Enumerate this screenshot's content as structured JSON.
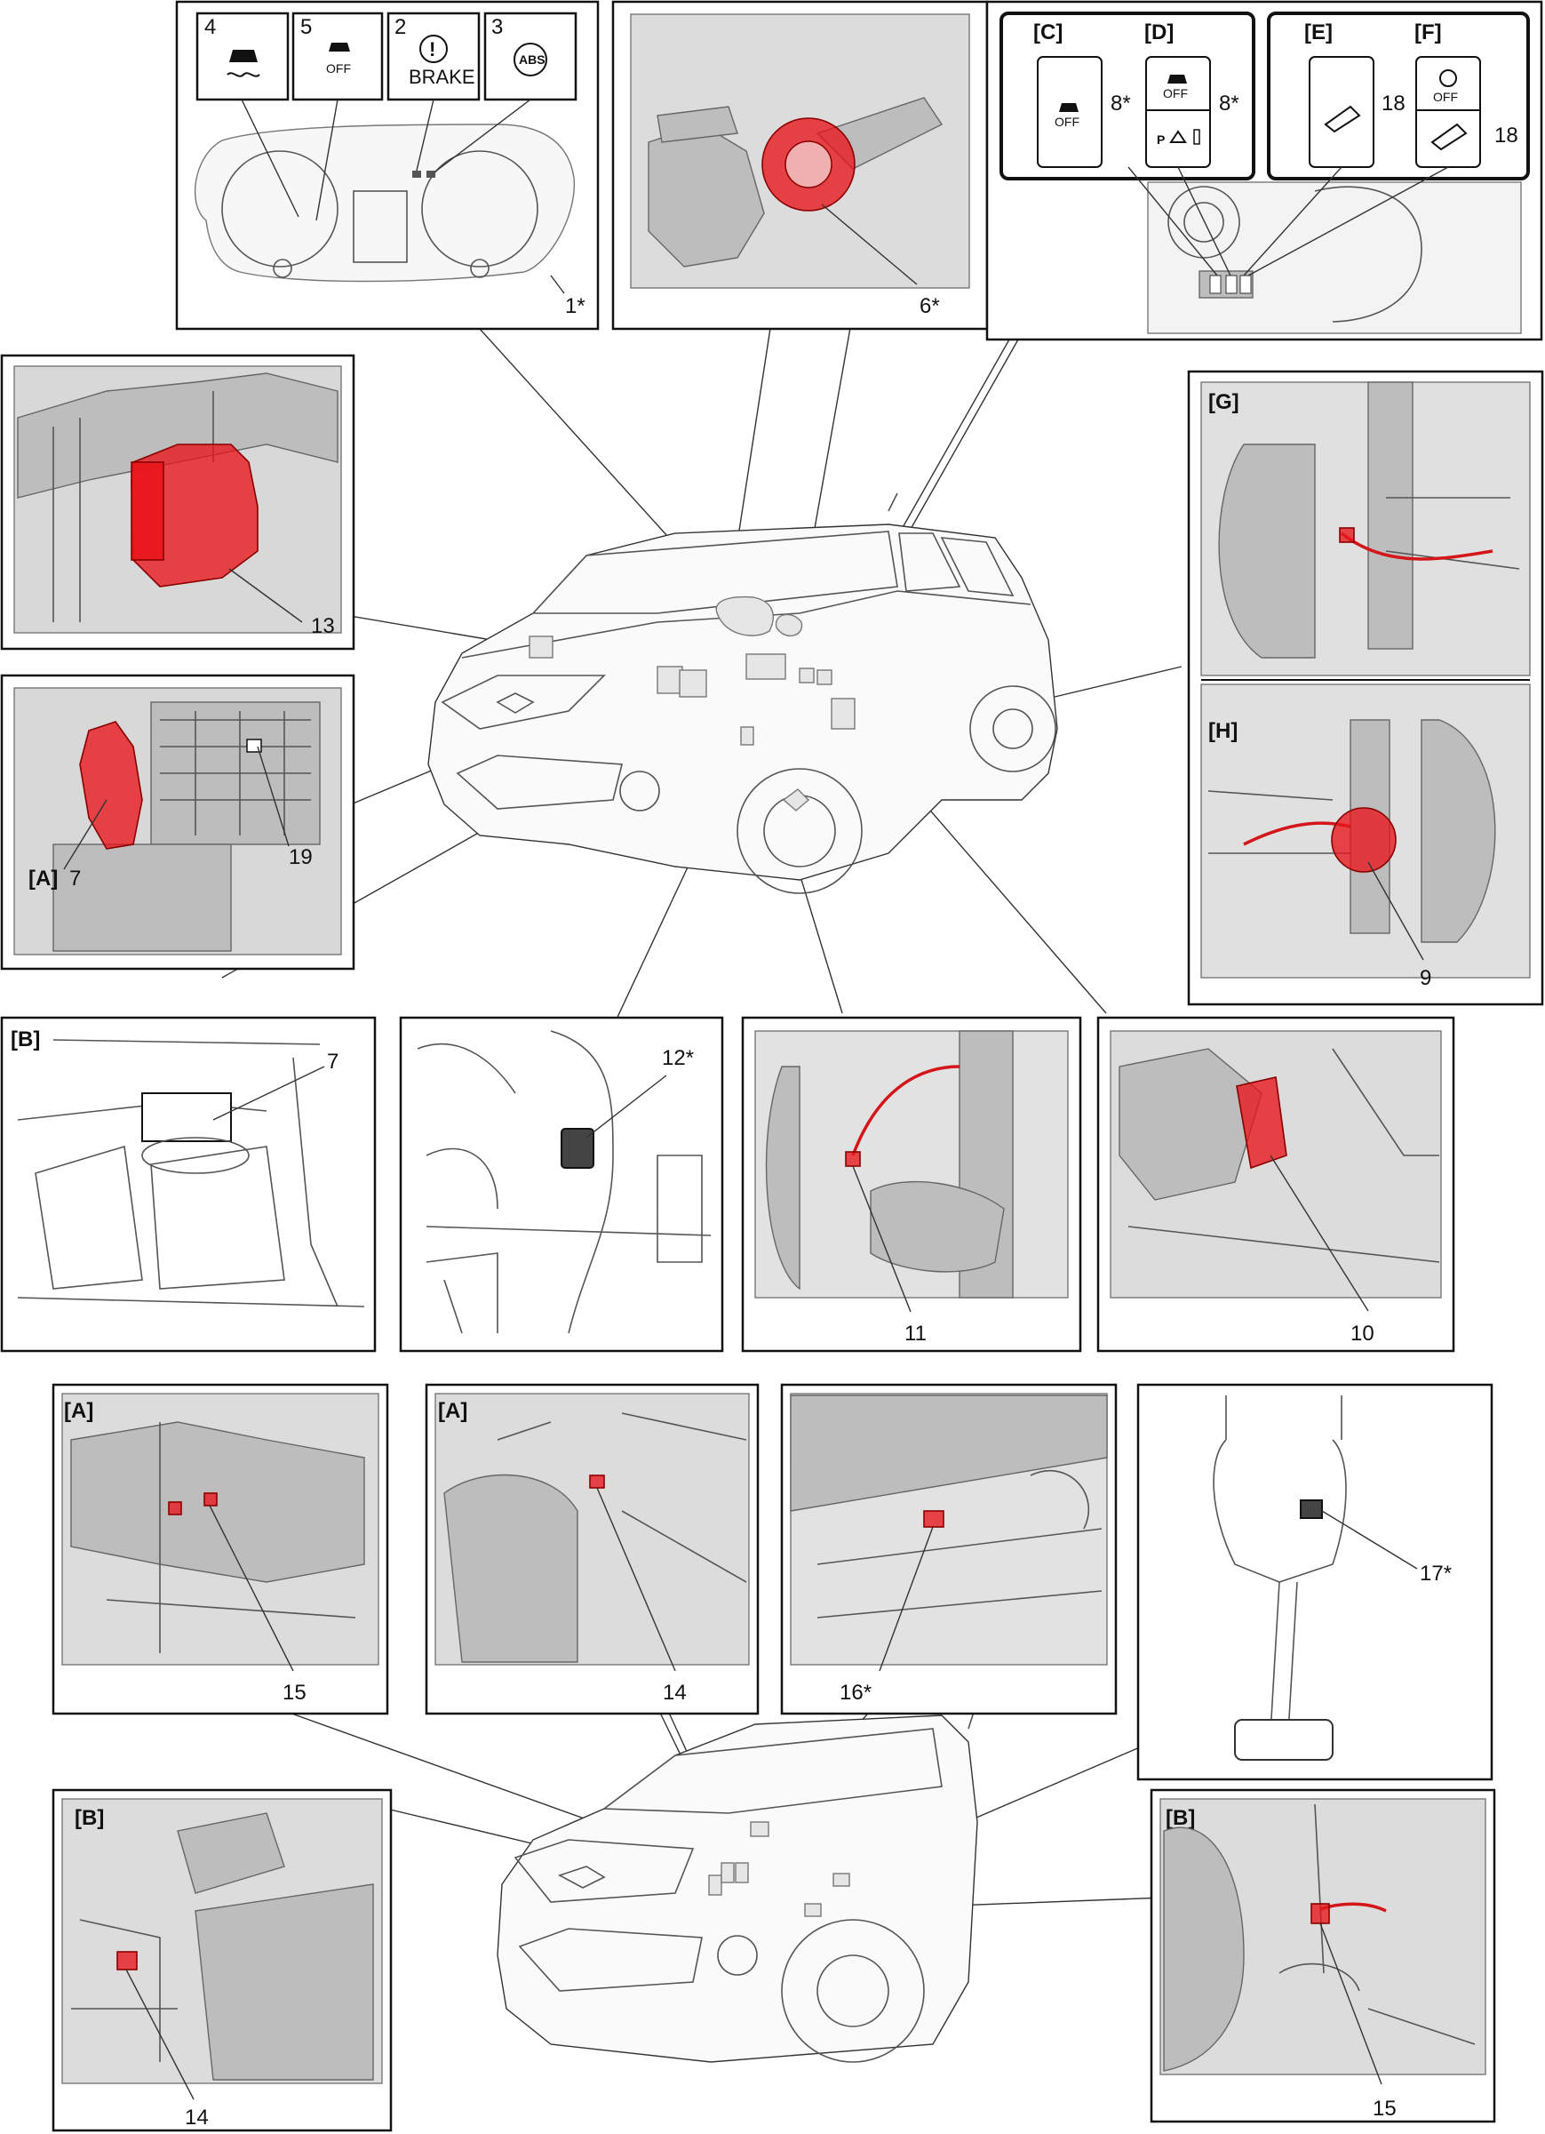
{
  "labels": {
    "n1": "1*",
    "n2": "2",
    "n3": "3",
    "n4": "4",
    "n5": "5",
    "n6": "6*",
    "n7": "7",
    "n7b": "7",
    "n8c": "8*",
    "n8d": "8*",
    "n9": "9",
    "n10": "10",
    "n11": "11",
    "n12": "12*",
    "n13": "13",
    "n14a": "14",
    "n14b": "14",
    "n15a": "15",
    "n15b": "15",
    "n16": "16*",
    "n17": "17*",
    "n18e": "18",
    "n18f": "18",
    "n19": "19"
  },
  "tags": {
    "a1": "[A]",
    "a2": "[A]",
    "a3": "[A]",
    "b1": "[B]",
    "b2": "[B]",
    "b3": "[B]",
    "c": "[C]",
    "d": "[D]",
    "e": "[E]",
    "f": "[F]",
    "g": "[G]",
    "h": "[H]"
  },
  "icons": {
    "brake_text": "BRAKE",
    "abs_text": "ABS",
    "off_text": "OFF",
    "names": [
      "esp-slip-icon",
      "esp-off-icon",
      "brake-warning-icon",
      "abs-warning-icon",
      "parking-sensor-icon",
      "hill-descent-icon",
      "auto-off-icon"
    ]
  },
  "colors": {
    "component_highlight": "#e8161b",
    "line": "#111111"
  }
}
